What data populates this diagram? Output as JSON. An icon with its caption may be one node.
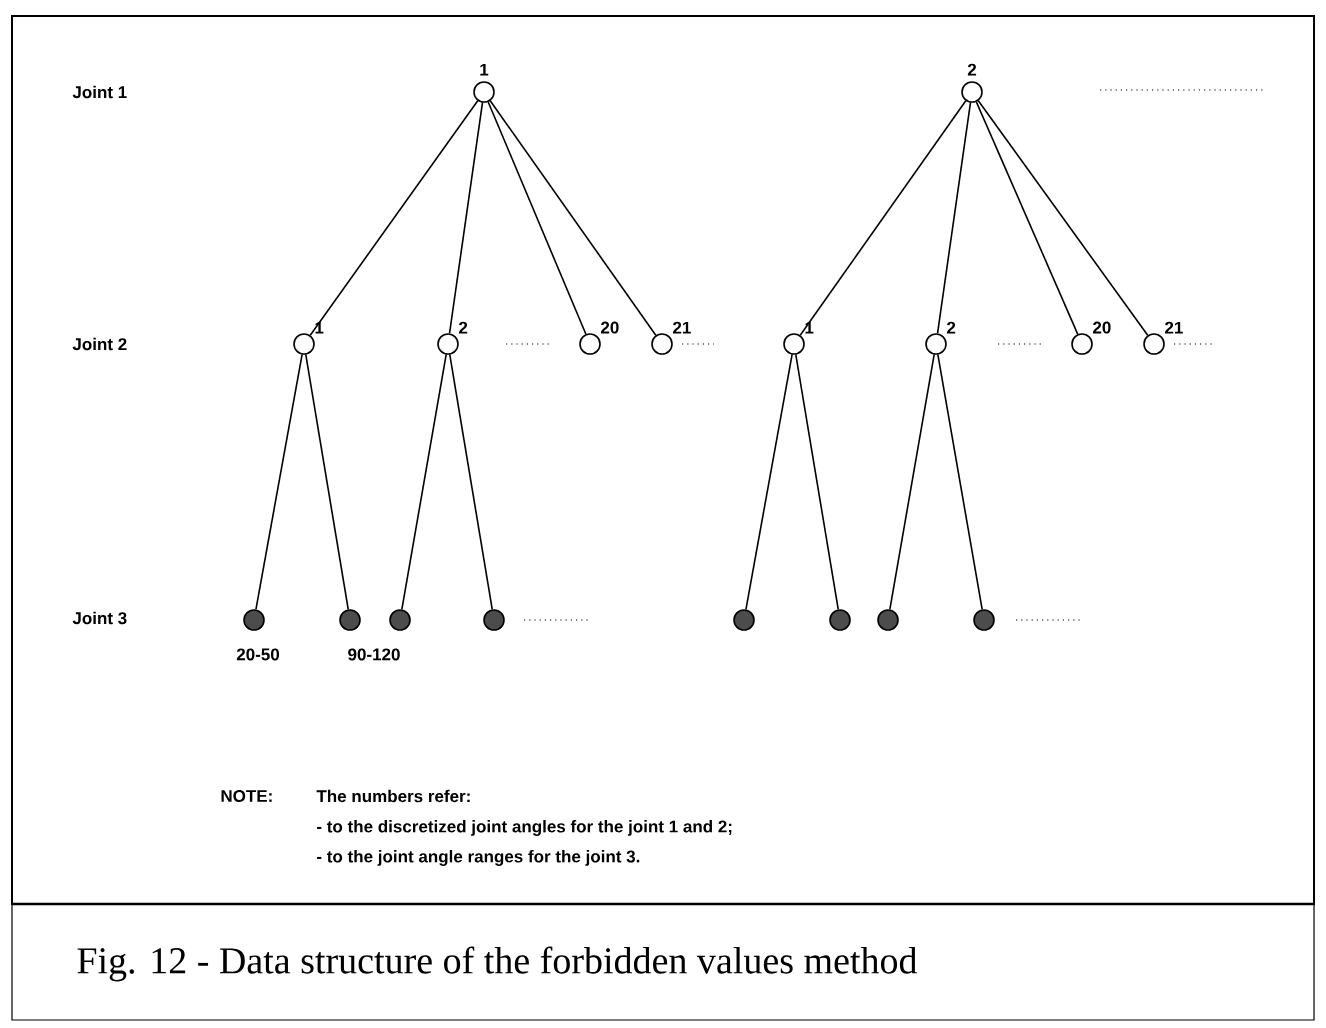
{
  "diagram": {
    "caption": "Fig. 12 - Data structure of the forbidden values method",
    "nodes": [
      {
        "text": [],
        "shape": "circle",
        "beside": [
          "1"
        ]
      },
      {
        "text": [],
        "shape": "circle",
        "beside": [
          "2"
        ]
      },
      {
        "text": [],
        "shape": "circle",
        "beside": [
          "1"
        ]
      },
      {
        "text": [],
        "shape": "circle",
        "beside": [
          "2"
        ]
      },
      {
        "text": [],
        "shape": "circle",
        "beside": [
          "20"
        ]
      },
      {
        "text": [],
        "shape": "circle",
        "beside": [
          "21"
        ]
      },
      {
        "text": [],
        "shape": "circle",
        "beside": [
          "1"
        ]
      },
      {
        "text": [],
        "shape": "circle",
        "beside": [
          "2"
        ]
      },
      {
        "text": [],
        "shape": "circle",
        "beside": [
          "20"
        ]
      },
      {
        "text": [],
        "shape": "circle",
        "beside": [
          "21"
        ]
      },
      {
        "text": [],
        "shape": "dot",
        "beside": [
          "20-50"
        ]
      },
      {
        "text": [],
        "shape": "dot",
        "beside": [
          "90-120"
        ]
      },
      {
        "text": [],
        "shape": "dot"
      },
      {
        "text": [],
        "shape": "dot"
      },
      {
        "text": [],
        "shape": "dot"
      },
      {
        "text": [],
        "shape": "dot"
      },
      {
        "text": [],
        "shape": "dot"
      },
      {
        "text": [],
        "shape": "dot"
      }
    ],
    "edges": [
      {
        "from": 0,
        "to": 2,
        "arrow": "none"
      },
      {
        "from": 0,
        "to": 3,
        "arrow": "none"
      },
      {
        "from": 0,
        "to": 4,
        "arrow": "none"
      },
      {
        "from": 0,
        "to": 5,
        "arrow": "none"
      },
      {
        "from": 1,
        "to": 6,
        "arrow": "none"
      },
      {
        "from": 1,
        "to": 7,
        "arrow": "none"
      },
      {
        "from": 1,
        "to": 8,
        "arrow": "none"
      },
      {
        "from": 1,
        "to": 9,
        "arrow": "none"
      },
      {
        "from": 2,
        "to": 10,
        "arrow": "none"
      },
      {
        "from": 2,
        "to": 11,
        "arrow": "none"
      },
      {
        "from": 3,
        "to": 12,
        "arrow": "none"
      },
      {
        "from": 3,
        "to": 13,
        "arrow": "none"
      },
      {
        "from": 6,
        "to": 14,
        "arrow": "none"
      },
      {
        "from": 6,
        "to": 15,
        "arrow": "none"
      },
      {
        "from": 7,
        "to": 16,
        "arrow": "none"
      },
      {
        "from": 7,
        "to": 17,
        "arrow": "none"
      }
    ],
    "labels": [
      "Joint 1",
      "Joint 2",
      "Joint 3",
      "NOTE:",
      "The numbers refer:",
      "- to the discretized joint angles for the joint 1 and 2;",
      "- to the joint angle ranges for the joint 3."
    ]
  }
}
